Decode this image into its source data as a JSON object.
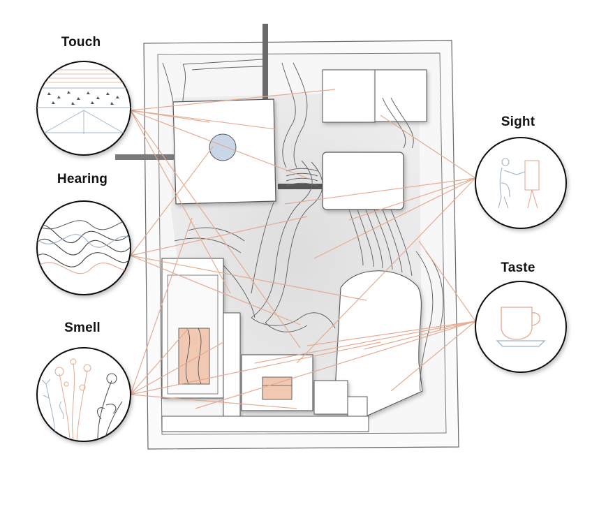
{
  "senses": [
    {
      "id": "touch",
      "label": "Touch",
      "icon": "texture-layers-icon"
    },
    {
      "id": "hearing",
      "label": "Hearing",
      "icon": "sound-waves-icon"
    },
    {
      "id": "smell",
      "label": "Smell",
      "icon": "wildflowers-icon"
    },
    {
      "id": "sight",
      "label": "Sight",
      "icon": "person-at-easel-icon"
    },
    {
      "id": "taste",
      "label": "Taste",
      "icon": "teacup-icon"
    }
  ],
  "colors": {
    "connector": "#e3a98f",
    "accent_fill": "#f1c8b2",
    "plan_line": "#555555",
    "wall": "#6e6e6e",
    "pond": "#c9d6e8",
    "circle_stroke": "#111111",
    "blue_line": "#9fb3c8",
    "shade": "#d9d9d9"
  }
}
